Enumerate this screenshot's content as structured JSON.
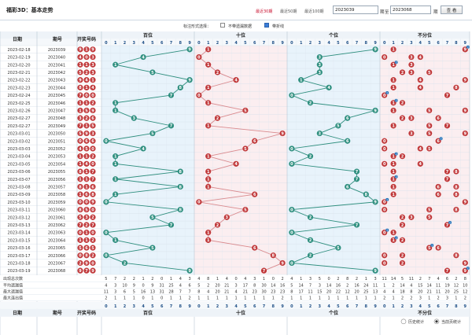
{
  "header": {
    "title": "福彩3D：基本走势",
    "recent30": "最近30期",
    "recent50": "最近50期",
    "recent100": "最近100期",
    "from": "2023039",
    "period_label": "期",
    "to_label": "至",
    "to": "2023068",
    "period_label2": "期",
    "query": "查 看"
  },
  "options": {
    "label": "标注形式选择：",
    "opt1": "不带遗漏数据",
    "opt2": "带折线"
  },
  "table": {
    "date_header": "日期",
    "issue_header": "期号",
    "draw_header": "开奖号码",
    "sections": [
      "百位",
      "十位",
      "个位",
      "不分位"
    ],
    "digits": [
      "0",
      "1",
      "2",
      "3",
      "4",
      "5",
      "6",
      "7",
      "8",
      "9"
    ],
    "stats_labels": [
      "出现总次数",
      "平均遗漏值",
      "最大遗漏值",
      "最大连出值"
    ],
    "stats_labels_short": [
      "出现总次数",
      "平均遗漏值",
      "最大遗漏值",
      "最大连出值"
    ]
  },
  "rows": [
    {
      "date": "2023-02-18",
      "issue": "2023039",
      "draw": [
        9,
        1,
        9
      ]
    },
    {
      "date": "2023-02-19",
      "issue": "2023040",
      "draw": [
        4,
        0,
        3
      ]
    },
    {
      "date": "2023-02-20",
      "issue": "2023041",
      "draw": [
        1,
        1,
        3
      ]
    },
    {
      "date": "2023-02-21",
      "issue": "2023042",
      "draw": [
        5,
        2,
        3
      ]
    },
    {
      "date": "2023-02-22",
      "issue": "2023043",
      "draw": [
        9,
        4,
        1
      ]
    },
    {
      "date": "2023-02-23",
      "issue": "2023044",
      "draw": [
        8,
        1,
        4
      ]
    },
    {
      "date": "2023-02-24",
      "issue": "2023045",
      "draw": [
        7,
        0,
        0
      ]
    },
    {
      "date": "2023-02-25",
      "issue": "2023046",
      "draw": [
        1,
        1,
        2
      ]
    },
    {
      "date": "2023-02-26",
      "issue": "2023047",
      "draw": [
        1,
        5,
        9
      ]
    },
    {
      "date": "2023-02-27",
      "issue": "2023048",
      "draw": [
        3,
        2,
        6
      ]
    },
    {
      "date": "2023-02-27",
      "issue": "2023049",
      "draw": [
        7,
        1,
        5
      ]
    },
    {
      "date": "2023-03-01",
      "issue": "2023050",
      "draw": [
        5,
        9,
        3
      ]
    },
    {
      "date": "2023-03-02",
      "issue": "2023051",
      "draw": [
        0,
        6,
        6
      ]
    },
    {
      "date": "2023-03-03",
      "issue": "2023052",
      "draw": [
        4,
        5,
        0
      ]
    },
    {
      "date": "2023-03-04",
      "issue": "2023053",
      "draw": [
        1,
        1,
        2
      ]
    },
    {
      "date": "2023-03-05",
      "issue": "2023054",
      "draw": [
        1,
        4,
        0
      ]
    },
    {
      "date": "2023-03-06",
      "issue": "2023055",
      "draw": [
        8,
        1,
        7
      ]
    },
    {
      "date": "2023-03-07",
      "issue": "2023056",
      "draw": [
        1,
        1,
        7
      ]
    },
    {
      "date": "2023-03-08",
      "issue": "2023057",
      "draw": [
        8,
        1,
        6
      ]
    },
    {
      "date": "2023-03-09",
      "issue": "2023058",
      "draw": [
        1,
        6,
        8
      ]
    },
    {
      "date": "2023-03-10",
      "issue": "2023059",
      "draw": [
        0,
        0,
        9
      ]
    },
    {
      "date": "2023-03-11",
      "issue": "2023060",
      "draw": [
        8,
        5,
        0
      ]
    },
    {
      "date": "2023-03-12",
      "issue": "2023061",
      "draw": [
        5,
        3,
        2
      ]
    },
    {
      "date": "2023-03-13",
      "issue": "2023062",
      "draw": [
        7,
        2,
        7
      ]
    },
    {
      "date": "2023-03-14",
      "issue": "2023063",
      "draw": [
        0,
        1,
        0
      ]
    },
    {
      "date": "2023-03-15",
      "issue": "2023064",
      "draw": [
        1,
        1,
        2
      ]
    },
    {
      "date": "2023-03-16",
      "issue": "2023065",
      "draw": [
        5,
        6,
        5
      ]
    },
    {
      "date": "2023-03-17",
      "issue": "2023066",
      "draw": [
        0,
        8,
        2
      ]
    },
    {
      "date": "2023-03-18",
      "issue": "2023067",
      "draw": [
        2,
        9,
        0
      ]
    },
    {
      "date": "2023-03-19",
      "issue": "2023068",
      "draw": [
        9,
        7,
        9
      ]
    }
  ],
  "stats": {
    "hundreds": [
      [
        5,
        7,
        2,
        2,
        1,
        2,
        0,
        1,
        4,
        3
      ],
      [
        4,
        3,
        10,
        9,
        0,
        9,
        31,
        25,
        4,
        6
      ],
      [
        11,
        3,
        6,
        5,
        16,
        13,
        31,
        28,
        7,
        7
      ],
      [
        2,
        1,
        1,
        1,
        0,
        1,
        0,
        1,
        1,
        2
      ]
    ],
    "tens": [
      [
        4,
        8,
        1,
        4,
        0,
        4,
        3,
        1,
        0,
        2
      ],
      [
        5,
        2,
        20,
        21,
        3,
        17,
        8,
        30,
        14,
        16
      ],
      [
        8,
        4,
        20,
        21,
        4,
        21,
        23,
        30,
        23,
        23
      ],
      [
        1,
        1,
        1,
        1,
        1,
        1,
        1,
        1,
        1,
        2
      ]
    ],
    "units": [
      [
        4,
        1,
        3,
        5,
        0,
        2,
        8,
        2,
        1,
        3
      ],
      [
        5,
        14,
        7,
        3,
        14,
        16,
        2,
        16,
        24,
        11
      ],
      [
        8,
        17,
        11,
        15,
        20,
        22,
        12,
        20,
        25,
        13
      ],
      [
        1,
        1,
        1,
        1,
        1,
        1,
        1,
        1,
        1,
        1
      ]
    ],
    "nopos": [
      [
        11,
        14,
        5,
        11,
        2,
        7,
        4,
        6,
        2,
        8
      ],
      [
        1,
        2,
        14,
        4,
        15,
        14,
        11,
        19,
        12,
        10
      ],
      [
        4,
        4,
        18,
        8,
        20,
        21,
        11,
        20,
        25,
        12
      ],
      [
        2,
        1,
        2,
        2,
        3,
        1,
        2,
        3,
        1,
        2
      ]
    ]
  },
  "footer": {
    "history": "历史统计",
    "current": "当前页统计"
  }
}
